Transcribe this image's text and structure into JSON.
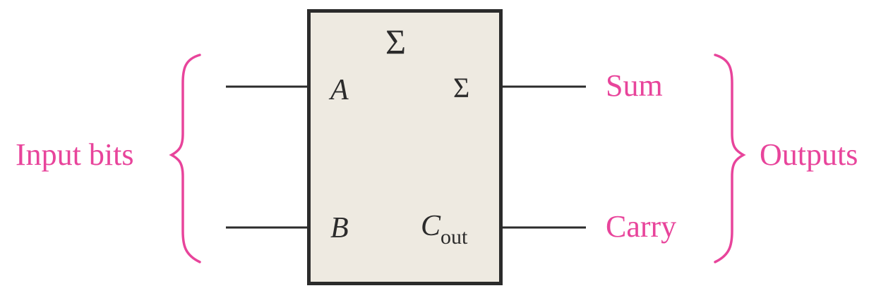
{
  "block": {
    "symbol": "Σ",
    "inputs": [
      {
        "label": "A"
      },
      {
        "label": "B"
      }
    ],
    "outputs": [
      {
        "label": "Σ"
      },
      {
        "label_main": "C",
        "label_sub": "out"
      }
    ]
  },
  "annotations": {
    "input_group": "Input bits",
    "outputs_group": "Outputs",
    "sum": "Sum",
    "carry": "Carry"
  },
  "colors": {
    "accent": "#e8449b",
    "box_fill": "#eeeae1",
    "box_stroke": "#2b2b2b",
    "line": "#2b2b2b"
  }
}
